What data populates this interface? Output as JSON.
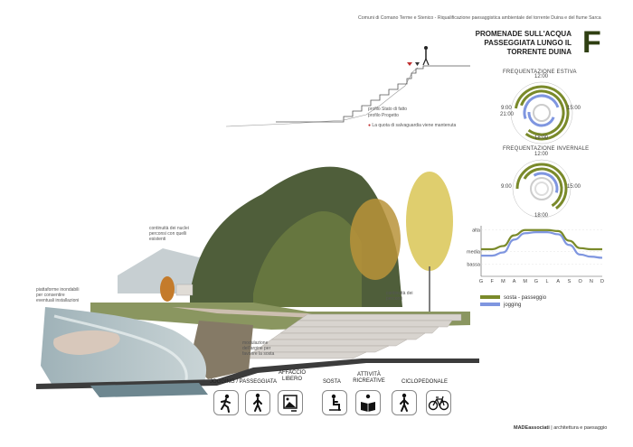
{
  "header": {
    "subtitle": "Comuni di Comano Terme e Stenico - Riqualificazione paesaggistica ambientale del torrente Duina e del fiume Sarca",
    "title_line1": "PROMENADE SULL'ACQUA",
    "title_line2": "PASSEGGIATA LUNGO IL",
    "title_line3": "TORRENTE DUINA",
    "letter": "F"
  },
  "profile_legend": {
    "stato_di_fatto": "profilo Stato di fatto",
    "progetto": "profilo Progetto",
    "quota_note": "La quota di salvaguardia viene mantenuta"
  },
  "annotations": {
    "continuita_nuclei": "continuità dei nuclei perconsi con quelli esistenti",
    "piattaforme": "piattaforme inondabili per consentire eventuali installazioni",
    "modulazione": "modulazione dell'argine per favorire la sosta",
    "continuita_percorsi": "continuità dei percorsi"
  },
  "frequentazione": {
    "estiva_title": "FREQUENTAZIONE ESTIVA",
    "invernale_title": "FREQUENTAZIONE INVERNALE",
    "estiva_labels": {
      "top": "12:00",
      "right": "15:00",
      "bottom": "18:00",
      "left1": "9:00",
      "left2": "21:00"
    },
    "invernale_labels": {
      "top": "12:00",
      "right": "15:00",
      "bottom": "18:00",
      "left1": "9:00"
    }
  },
  "chart_data": {
    "type": "line",
    "categories": [
      "G",
      "F",
      "M",
      "A",
      "M",
      "G",
      "L",
      "A",
      "S",
      "O",
      "N",
      "D"
    ],
    "y_levels": [
      "alta",
      "media",
      "bassa"
    ],
    "series": [
      {
        "name": "sosta - passeggio",
        "color": "#7a8a2a",
        "values": [
          2.1,
          2.1,
          2.25,
          2.75,
          3.0,
          3.0,
          3.0,
          2.95,
          2.5,
          2.15,
          2.1,
          2.1
        ]
      },
      {
        "name": "jogging",
        "color": "#7f96e0",
        "values": [
          1.8,
          1.8,
          1.95,
          2.55,
          2.85,
          2.9,
          2.9,
          2.8,
          2.3,
          1.85,
          1.75,
          1.7
        ]
      }
    ],
    "ylim": [
      1,
      3.2
    ]
  },
  "legend": {
    "sosta": "sosta - passeggio",
    "jogging": "jogging",
    "sosta_color": "#7a8a2a",
    "jogging_color": "#7f96e0"
  },
  "activities": {
    "jogging_passeggiata": "JOGGING / PASSEGGIATA",
    "affaccio_line1": "AFFACCIO",
    "affaccio_line2": "LIBERO",
    "sosta": "SOSTA",
    "attivita_line1": "ATTIVITÀ",
    "attivita_line2": "RICREATIVE",
    "ciclopedonale": "CICLOPEDONALE"
  },
  "footer": {
    "brand": "MADEassociati",
    "tagline": "| architettura e paesaggio"
  },
  "colors": {
    "olive": "#7a8a2a",
    "blue": "#7f96e0",
    "dark_green": "#2f3f12"
  }
}
